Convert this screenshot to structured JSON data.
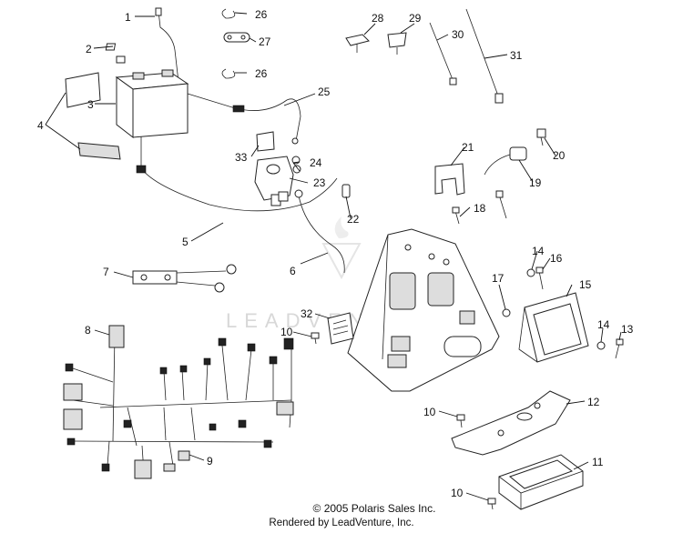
{
  "diagram": {
    "watermark": "LEADVENTURE",
    "callouts": {
      "c1": "1",
      "c2": "2",
      "c3": "3",
      "c4": "4",
      "c5": "5",
      "c6": "6",
      "c7": "7",
      "c8": "8",
      "c9": "9",
      "c10a": "10",
      "c10b": "10",
      "c10c": "10",
      "c11": "11",
      "c12": "12",
      "c13": "13",
      "c14a": "14",
      "c14b": "14",
      "c15": "15",
      "c16": "16",
      "c17": "17",
      "c18": "18",
      "c19": "19",
      "c20": "20",
      "c21": "21",
      "c22": "22",
      "c23": "23",
      "c24": "24",
      "c25": "25",
      "c26a": "26",
      "c26b": "26",
      "c27": "27",
      "c28": "28",
      "c29": "29",
      "c30": "30",
      "c31": "31",
      "c32": "32",
      "c33": "33"
    }
  },
  "footer": {
    "copyright": "© 2005 Polaris Sales Inc.",
    "rendered_by": "Rendered by LeadVenture, Inc."
  }
}
